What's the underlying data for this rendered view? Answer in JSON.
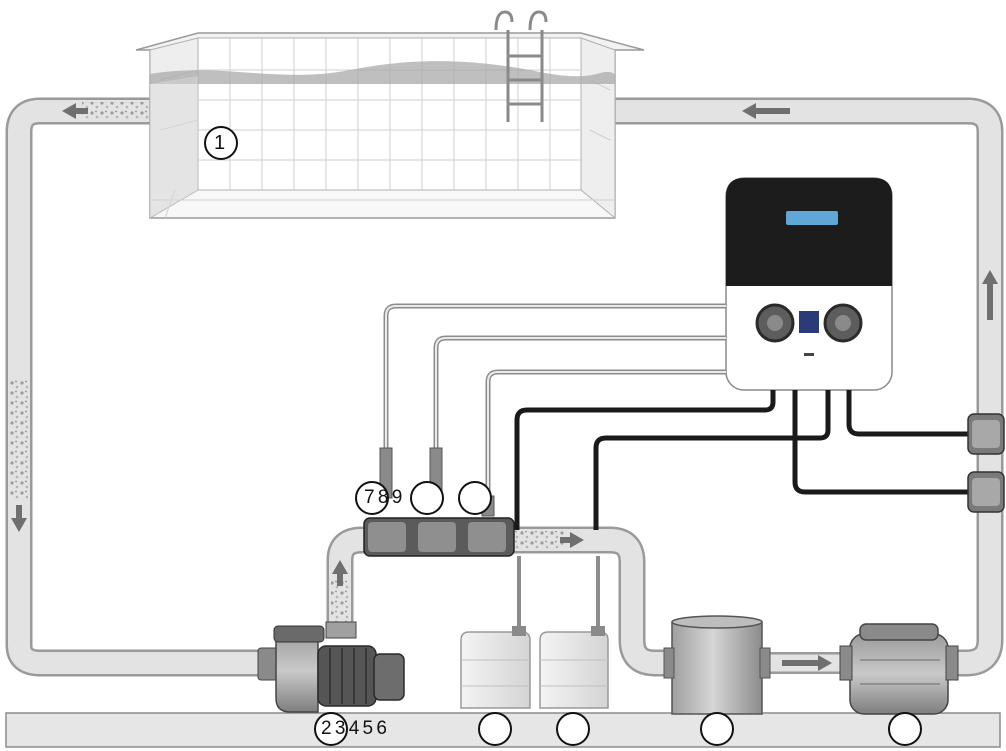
{
  "callouts": {
    "pool": "1",
    "pump_group": "2 3 4 5 6",
    "sensors": "7 8 9"
  },
  "controller": {
    "brand": "",
    "model": "",
    "lcd_value": ""
  },
  "colors": {
    "pipe": "#e3e3e3",
    "pipe_edge": "#9a9a9a",
    "cable": "#1a1a1a",
    "arrow": "#707070",
    "controller_top": "#1c1c1c",
    "floor": "#e6e6e6"
  }
}
